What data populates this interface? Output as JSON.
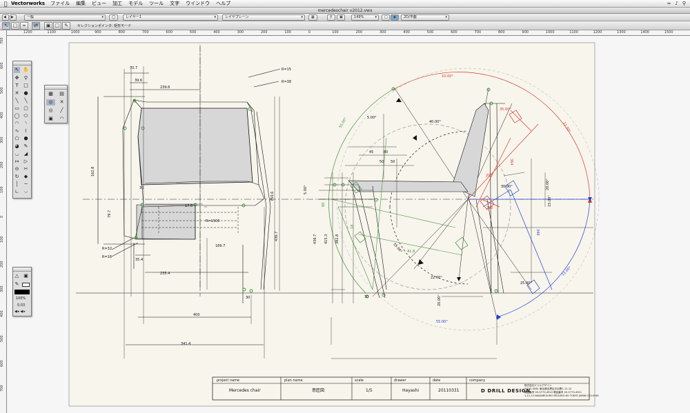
{
  "menubar": {
    "app_name": "Vectorworks",
    "items": [
      "ファイル",
      "編集",
      "ビュー",
      "加工",
      "モデル",
      "ツール",
      "文字",
      "ウインドウ",
      "ヘルプ"
    ]
  },
  "window": {
    "title": "mercedeschair v2012.vwx"
  },
  "toolbar": {
    "class_select": "一般",
    "layer_select": "レイヤー1",
    "plane_select": "レイヤプレーン",
    "zoom": "149%",
    "view_select": "2D/平面"
  },
  "mode_bar": {
    "mode_text": "セレクションポインタ: 矩形モード"
  },
  "rulers": {
    "h": [
      "1200",
      "1100",
      "1000",
      "900",
      "800",
      "700",
      "600",
      "500",
      "400",
      "300",
      "200",
      "100",
      "0",
      "100",
      "200",
      "300",
      "400",
      "500",
      "600",
      "700",
      "800",
      "900",
      "1000",
      "1100",
      "1200",
      "1300",
      "1400",
      "1500"
    ],
    "v": [
      "700",
      "600",
      "500",
      "400",
      "300",
      "200",
      "100",
      "0",
      "100",
      "200",
      "300",
      "400",
      "500",
      "600",
      "700"
    ]
  },
  "palettes": {
    "attributes": {
      "opacity": "100%",
      "line_weight": "0.03"
    }
  },
  "drawing": {
    "dimensions": {
      "d70_7": "70.7",
      "d39_6": "39.6",
      "d239_6": "239.6",
      "d162_8": "162.8",
      "d30": "30",
      "d79_7": "79.7",
      "d17_5": "17.5",
      "r1500": "R=1500",
      "d189_7": "189.7",
      "r32": "R=32",
      "r16": "R=16",
      "d35_4": "35.4",
      "d235_4": "235.4",
      "d400": "400",
      "d341_4": "341.4",
      "d30_b": "30",
      "d750_6": "750.6",
      "d436_7": "436.7",
      "r15": "R=15",
      "r38": "R=38",
      "a5_00_1": "5.00°",
      "a5_00_2": "5.00°",
      "a40_00": "40.00°",
      "a10_00": "10.00°",
      "a11_00": "11.00°",
      "a55_00_1": "55.00°",
      "a55_00_2": "55.00°",
      "a55_00_3": "55.00°",
      "a22_00": "22.00°",
      "a15_00": "15.00°",
      "a20_00_1": "20.00°",
      "a20_00_2": "20.00°",
      "a25_00": "25.00°",
      "a30_00": "30.00°",
      "a35_00": "35.00°",
      "a11_00_b": "11.00°",
      "d45": "45",
      "d80": "80",
      "d50_1": "50",
      "d50_2": "50",
      "d436_7_b": "436.7",
      "d415_3": "415.3",
      "d382_8": "382.8",
      "d364": "364",
      "d340": "340",
      "d41_8": "41.8",
      "d18": "18",
      "d60": "60",
      "d30_c": "30",
      "d200": "200",
      "d200_b": "200"
    },
    "title_block": {
      "project_label": "project name",
      "project_value": "Mercedes  chair",
      "plan_label": "plan name",
      "plan_value": "意匠図",
      "scale_label": "scale",
      "scale_value": "1/5",
      "drawer_label": "drawer",
      "drawer_value": "Hayashi",
      "date_label": "date",
      "date_value": "20110331",
      "company_label": "company",
      "company_logo": "D DRILL DESIGN",
      "company_line1": "株式会社ドリルデザイン",
      "company_line2": "〒153-0061 東京都目黒区中目黒1-11-12",
      "company_line3": "電話番号 03-5773-4910   電話番号 03-5773-4911",
      "company_line4": "1-11-12 NAKAMEGURO MEGURO-KU TOKYO JAPAN 153-0061"
    }
  },
  "colors": {
    "accent_red": "#d63a2e",
    "accent_green": "#3f8f3a",
    "accent_blue": "#1f3fd6",
    "seat_fill": "#d7d7d7"
  }
}
